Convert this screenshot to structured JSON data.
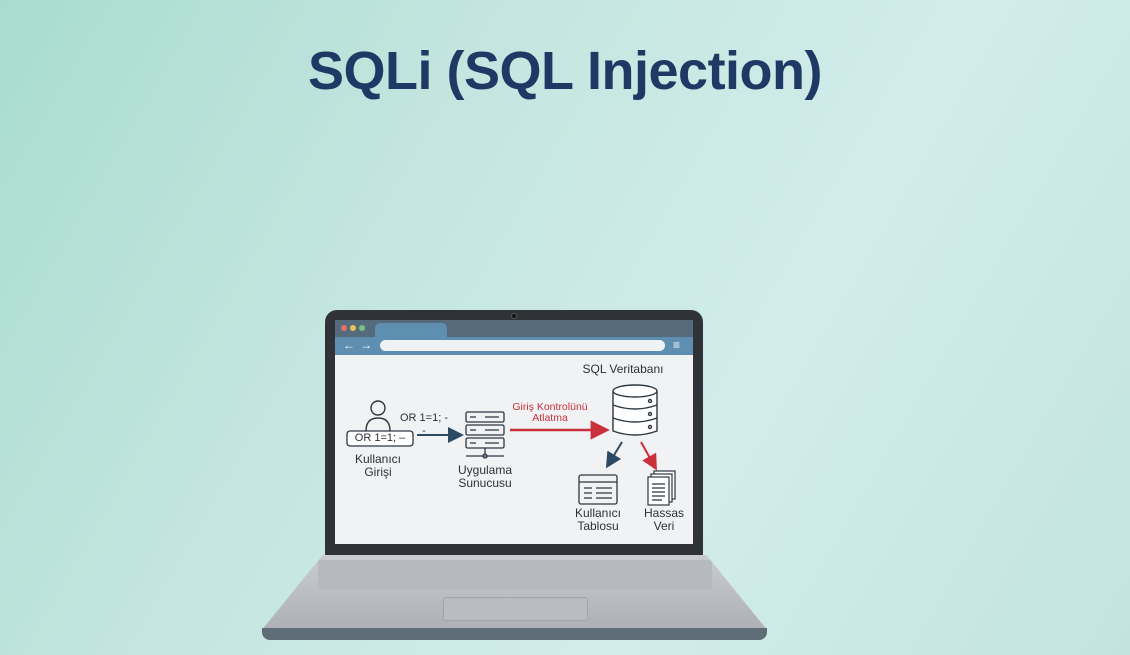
{
  "title": "SQLi (SQL Injection)",
  "diagram": {
    "user_input_value": "OR 1=1; –",
    "user_label": "Kullanıcı Girişi",
    "payload_label": "OR 1=1; --",
    "server_label": "Uygulama Sunucusu",
    "bypass_label": "Giriş Kontrolünü Atlatma",
    "db_label": "SQL Veritabanı",
    "table_label": "Kullanıcı Tablosu",
    "sensitive_label": "Hassas Veri"
  },
  "colors": {
    "title": "#1e3a64",
    "attack": "#c9303a",
    "flow": "#2d4a63"
  }
}
